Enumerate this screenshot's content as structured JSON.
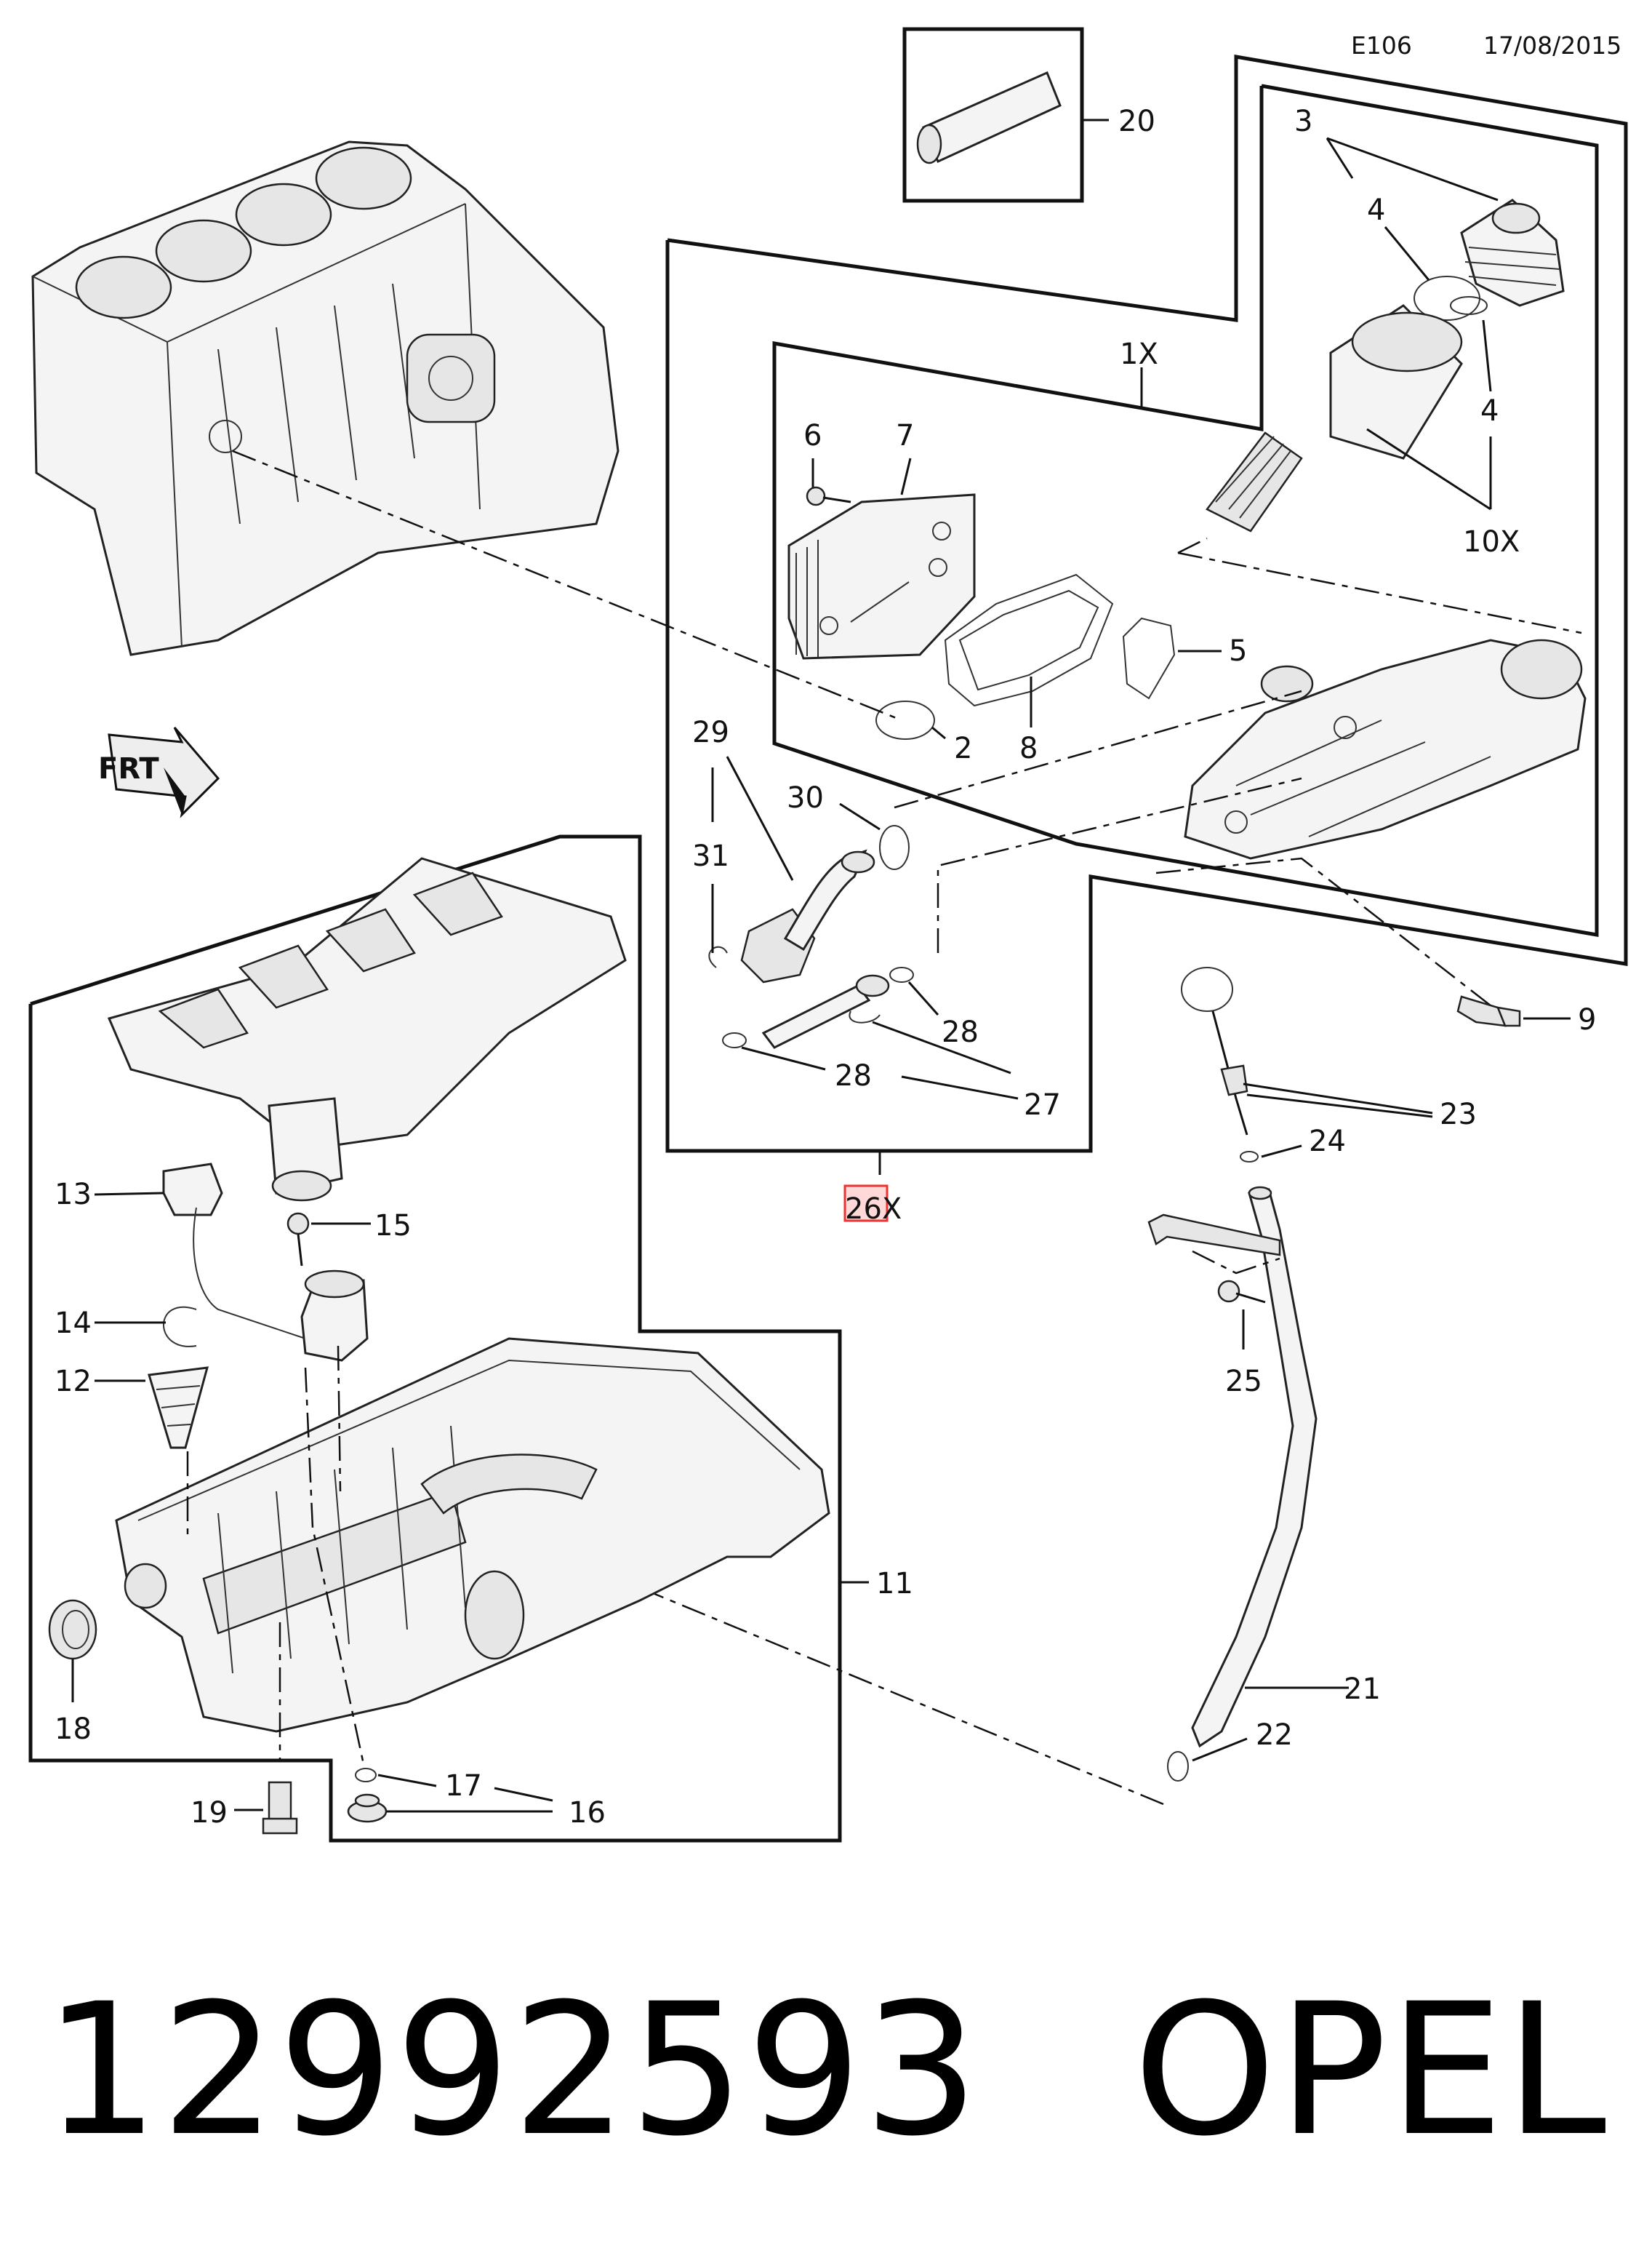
{
  "header": {
    "code": "E106",
    "date": "17/08/2015"
  },
  "callouts": {
    "c20": "20",
    "c3": "3",
    "c4a": "4",
    "c4b": "4",
    "c1x": "1X",
    "c10x": "10X",
    "c6": "6",
    "c7": "7",
    "c5": "5",
    "c2": "2",
    "c8": "8",
    "c29": "29",
    "c30": "30",
    "c31": "31",
    "c28a": "28",
    "c28b": "28",
    "c27": "27",
    "c26x": "26X",
    "c9": "9",
    "c23": "23",
    "c24": "24",
    "c25": "25",
    "c13": "13",
    "c15": "15",
    "c14": "14",
    "c12": "12",
    "c11": "11",
    "c18": "18",
    "c21": "21",
    "c22": "22",
    "c17": "17",
    "c16": "16",
    "c19": "19",
    "frt": "FRT"
  },
  "highlight": {
    "part": "26",
    "color": "#e33333"
  },
  "footer": {
    "part_number": "12992593",
    "brand": "OPEL"
  }
}
